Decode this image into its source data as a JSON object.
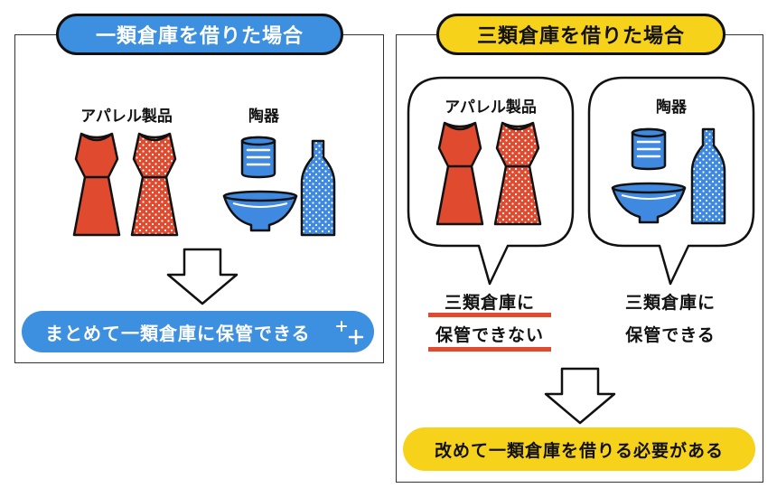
{
  "left_panel": {
    "title": "一類倉庫を借りた場合",
    "apparel_label": "アパレル製品",
    "ceramics_label": "陶器",
    "result": "まとめて一類倉庫に保管できる"
  },
  "right_panel": {
    "title": "三類倉庫を借りた場合",
    "apparel_label": "アパレル製品",
    "ceramics_label": "陶器",
    "apparel_note_line1": "三類倉庫に",
    "apparel_note_line2": "保管できない",
    "ceramics_note_line1": "三類倉庫に",
    "ceramics_note_line2": "保管できる",
    "result": "改めて一類倉庫を借りる必要がある"
  },
  "colors": {
    "blue": "#3d8fe0",
    "yellow": "#f7d21a",
    "red": "#e04a2e",
    "ceramic_blue": "#3f8ae0"
  }
}
